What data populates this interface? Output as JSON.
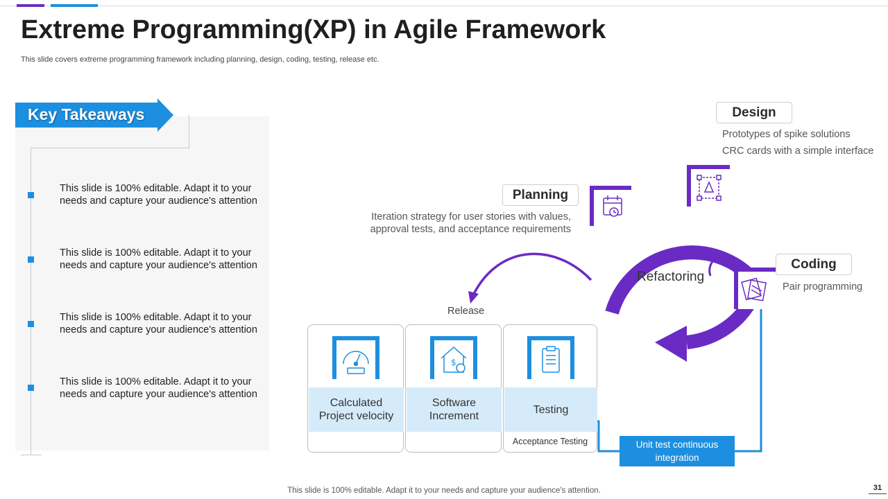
{
  "title": "Extreme Programming(XP) in Agile Framework",
  "subtitle": "This slide covers extreme programming framework including planning, design, coding, testing, release etc.",
  "takeaways": {
    "heading": "Key Takeaways",
    "items": [
      "This slide is 100% editable. Adapt it to your needs and capture your audience's attention",
      "This slide is 100% editable. Adapt it to your needs and capture your audience's attention",
      "This slide is 100% editable. Adapt it to your needs and capture your audience's attention",
      "This slide is 100% editable. Adapt it to your needs and capture your audience's attention"
    ]
  },
  "cycle": {
    "planning": {
      "label": "Planning",
      "desc_line1": "Iteration strategy for user stories with values,",
      "desc_line2": "approval tests, and acceptance requirements",
      "icon": "calendar-clock-icon"
    },
    "design": {
      "label": "Design",
      "desc_line1": "Prototypes of spike solutions",
      "desc_line2": "CRC cards with a simple interface",
      "icon": "design-frame-icon"
    },
    "coding": {
      "label": "Coding",
      "desc": "Pair programming",
      "icon": "code-cards-icon"
    },
    "refactoring": "Refactoring",
    "release": "Release",
    "unit_test": "Unit test continuous integration"
  },
  "cards": [
    {
      "label_line1": "Calculated",
      "label_line2": "Project velocity",
      "icon": "speedometer-icon",
      "footer": ""
    },
    {
      "label_line1": "Software",
      "label_line2": "Increment",
      "icon": "house-dollar-icon",
      "footer": ""
    },
    {
      "label_line1": "Testing",
      "label_line2": "",
      "icon": "clipboard-icon",
      "footer": "Acceptance Testing"
    }
  ],
  "colors": {
    "purple": "#6a2bc4",
    "blue": "#1d8fe0",
    "light_blue_band": "#d6ebfa"
  },
  "footer": "This slide is 100% editable. Adapt it to your needs and capture your audience's attention.",
  "page_number": "31"
}
